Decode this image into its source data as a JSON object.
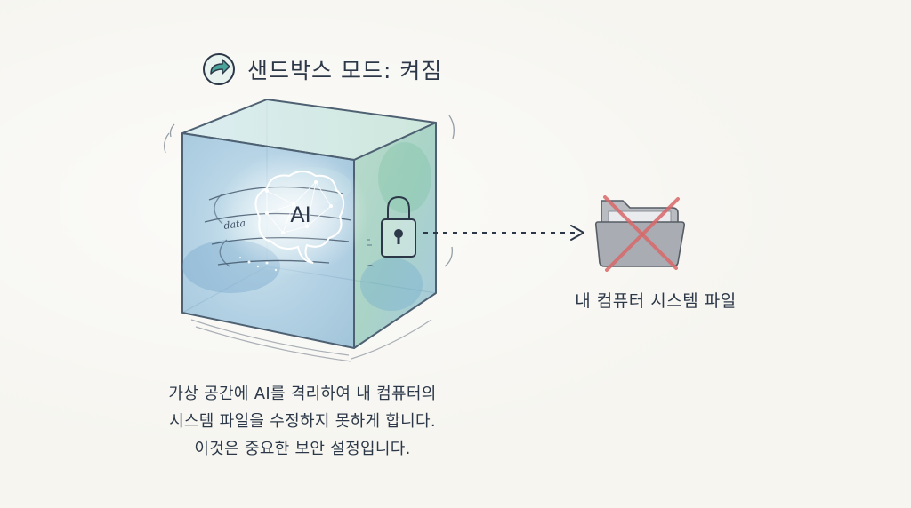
{
  "header": {
    "mode_label": "샌드박스 모드: 켜짐",
    "icon": "refresh-arrow-icon"
  },
  "sandbox": {
    "ai_label": "AI",
    "data_label": "data",
    "icons": [
      "brain-icon",
      "lock-icon"
    ]
  },
  "target": {
    "label": "내 컴퓨터 시스템 파일",
    "icon": "blocked-folder-icon",
    "blocked_color": "#d9686a"
  },
  "caption": {
    "line1": "가상 공간에 AI를 격리하여 내 컴퓨터의",
    "line2": "시스템 파일을 수정하지 못하게 합니다.",
    "line3": "이것은 중요한 보안 설정입니다."
  },
  "colors": {
    "ink": "#2c3848",
    "cube_blue": "#8fb8d6",
    "cube_green": "#9fd0b0",
    "accent_teal": "#4aa39a"
  }
}
